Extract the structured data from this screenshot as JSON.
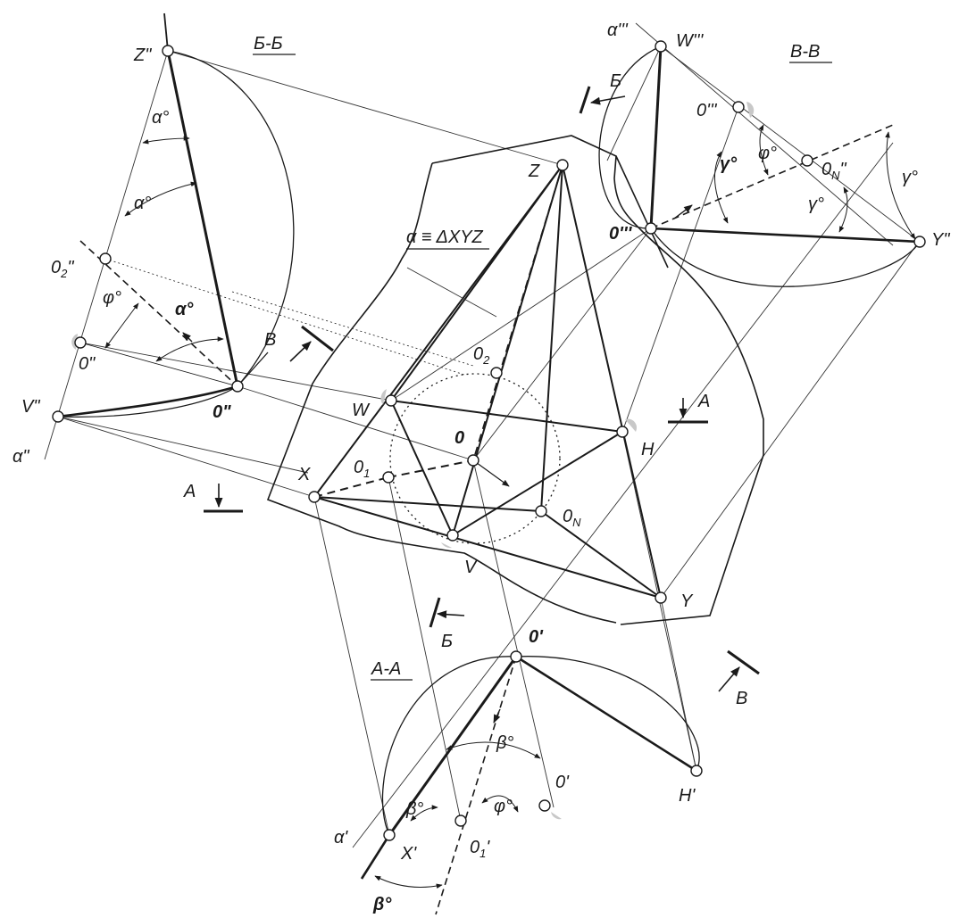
{
  "section_titles": {
    "bb": "Б-Б",
    "vv": "В-В",
    "aa": "А-А"
  },
  "plane_label": "α ≡ ΔXYZ",
  "section_marks": {
    "a_upper": "А",
    "a_lower": "А",
    "b_upper": "Б",
    "b_lower": "Б",
    "v_upper": "В",
    "v_lower": "В"
  },
  "points": {
    "X": "X",
    "Y": "Y",
    "Z": "Z",
    "W": "W",
    "V": "V",
    "H": "H",
    "O": "0",
    "O1": "0",
    "O1_sub": "1",
    "O2": "0",
    "O2_sub": "2",
    "ON": "0",
    "ON_sub": "N"
  },
  "left_view": {
    "Z2": "Z\"",
    "V2": "V\"",
    "alpha2": "α\"",
    "O02": "0\"",
    "O2b": "0\"",
    "O22": "0",
    "O22_sub": "2",
    "O22_sup": "\"",
    "alpha_a": "α°",
    "alpha_b": "α°",
    "alpha_c": "α°",
    "phi": "φ°"
  },
  "right_view": {
    "alpha3": "α'''",
    "W3": "W'''",
    "O3a": "0'''",
    "O3b": "0'''",
    "ON2": "0",
    "ON2_sub": "N",
    "ON2_sup": "\"",
    "Y3": "Y\"",
    "gamma_a": "γ°",
    "gamma_b": "γ°",
    "gamma_c": "γ°",
    "phi": "φ°"
  },
  "bottom_view": {
    "O1p": "0'",
    "O2p": "0'",
    "Hp": "H'",
    "Xp": "X'",
    "alpha1": "α'",
    "O11": "0",
    "O11_sub": "1",
    "O11_sup": "'",
    "beta_a": "β°",
    "beta_b": "β°",
    "beta_c": "β°",
    "phi": "φ°"
  }
}
